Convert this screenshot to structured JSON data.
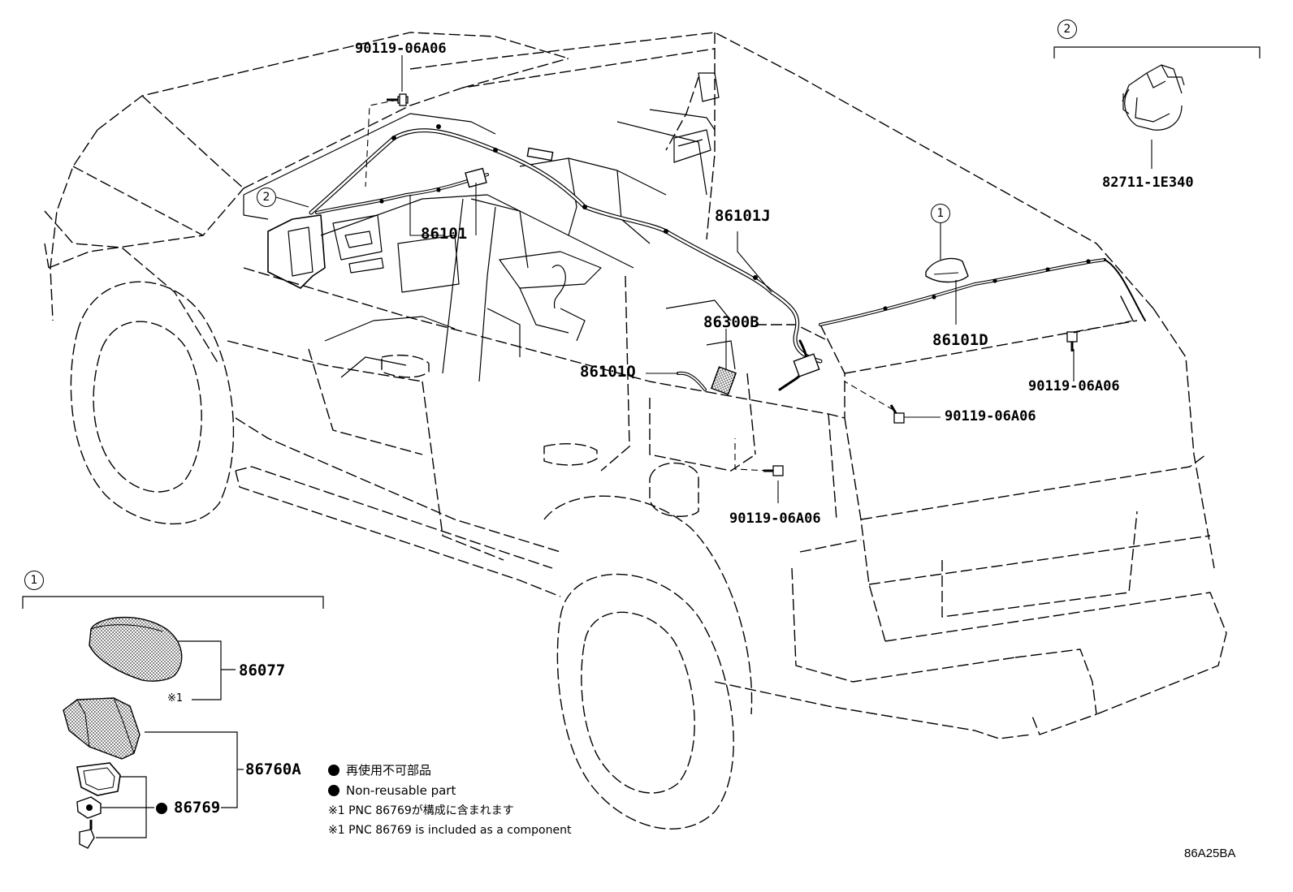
{
  "labels": {
    "bolt_top": "90119-06A06",
    "clamp_part": "82711-1E340",
    "harness_main": "86101",
    "harness_j": "86101J",
    "harness_d": "86101D",
    "amp_part": "86300B",
    "harness_q": "86101Q",
    "bolt_right": "90119-06A06",
    "bolt_mid": "90119-06A06",
    "bolt_low": "90119-06A06",
    "antenna_cover": "86077",
    "antenna_assy": "86760A",
    "gasket": "86769",
    "note_ref1": "※1"
  },
  "callouts": {
    "one": "1",
    "two": "2"
  },
  "legend": {
    "jp_nonreusable": "再使用不可部品",
    "en_nonreusable": "Non-reusable part",
    "jp_component": "※1 PNC 86769が構成に含まれます",
    "en_component": "※1 PNC 86769 is included as a component"
  },
  "figure_code": "86A25BA",
  "colors": {
    "ink": "#000000",
    "paper": "#ffffff",
    "hatch": "#555555"
  }
}
